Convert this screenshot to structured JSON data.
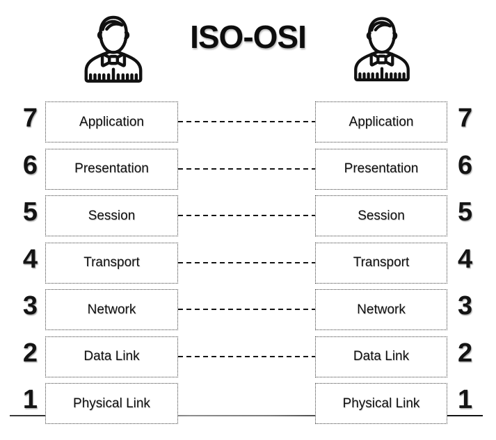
{
  "title": "ISO-OSI",
  "left_host": {
    "icon": "person-bowtie-icon"
  },
  "right_host": {
    "icon": "person-bowtie-icon"
  },
  "layers": [
    {
      "number": "7",
      "name": "Application"
    },
    {
      "number": "6",
      "name": "Presentation"
    },
    {
      "number": "5",
      "name": "Session"
    },
    {
      "number": "4",
      "name": "Transport"
    },
    {
      "number": "3",
      "name": "Network"
    },
    {
      "number": "2",
      "name": "Data Link"
    },
    {
      "number": "1",
      "name": "Physical Link"
    }
  ],
  "colors": {
    "background": "#ffffff",
    "text": "#111111",
    "box_border": "#3d3d3d",
    "dashed_connector": "#141414",
    "physical_baseline": "#555555"
  }
}
